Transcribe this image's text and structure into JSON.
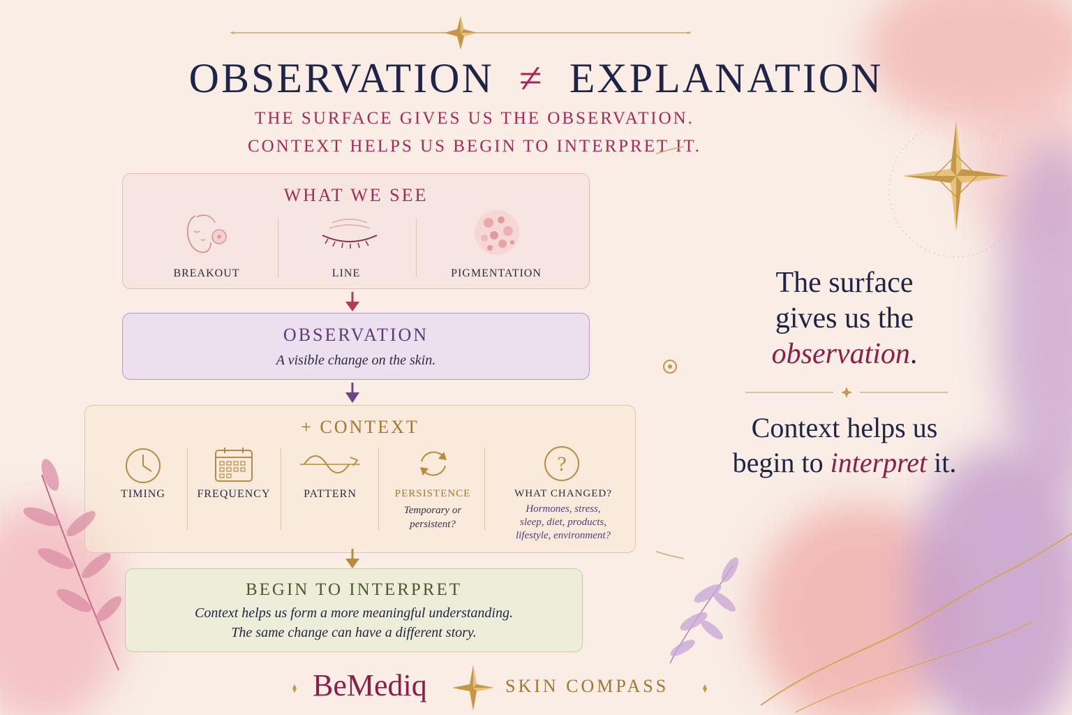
{
  "title": {
    "left": "OBSERVATION",
    "symbol": "≠",
    "right": "EXPLANATION"
  },
  "subtitle": {
    "line1": "THE SURFACE GIVES US THE OBSERVATION.",
    "line2": "CONTEXT HELPS US BEGIN TO INTERPRET IT."
  },
  "what_we_see": {
    "title": "WHAT WE SEE",
    "items": [
      {
        "label": "BREAKOUT",
        "icon": "face-icon"
      },
      {
        "label": "LINE",
        "icon": "closed-eye-icon"
      },
      {
        "label": "PIGMENTATION",
        "icon": "pigment-dots-icon"
      }
    ]
  },
  "observation": {
    "title": "OBSERVATION",
    "text": "A visible change on the skin."
  },
  "context": {
    "title": "+ CONTEXT",
    "items": [
      {
        "label": "TIMING",
        "icon": "clock-icon"
      },
      {
        "label": "FREQUENCY",
        "icon": "calendar-icon"
      },
      {
        "label": "PATTERN",
        "icon": "wave-icon"
      },
      {
        "label": "PERSISTENCE",
        "icon": "cycle-icon",
        "note1": "Temporary or",
        "note2": "persistent?"
      },
      {
        "label": "WHAT CHANGED?",
        "icon": "question-icon",
        "note1": "Hormones, stress,",
        "note2": "sleep, diet, products,",
        "note3": "lifestyle, environment?"
      }
    ]
  },
  "interpret": {
    "title": "BEGIN TO INTERPRET",
    "line1": "Context helps us form a more meaningful understanding.",
    "line2": "The same change can have a different story."
  },
  "side": {
    "p1_line1": "The surface",
    "p1_line2": "gives us the",
    "p1_accent": "observation",
    "p1_end": ".",
    "p2_line1": "Context helps us",
    "p2_line2_pre": "begin to ",
    "p2_accent": "interpret",
    "p2_end": " it."
  },
  "footer": {
    "brand": "BeMediq",
    "product": "SKIN COMPASS"
  },
  "colors": {
    "navy": "#1f2547",
    "crimson": "#a42a55",
    "purple": "#5a3a7a",
    "gold": "#b88a3e",
    "olive": "#4a5a2e",
    "blush": "#e9a3a6"
  }
}
